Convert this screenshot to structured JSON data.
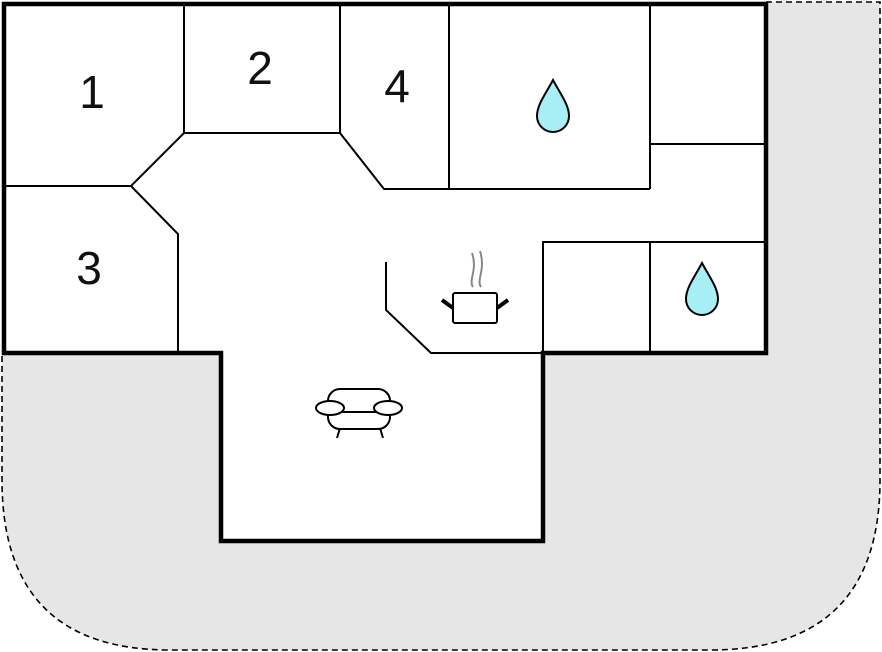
{
  "rooms": [
    {
      "id": "room-1",
      "label": "1"
    },
    {
      "id": "room-2",
      "label": "2"
    },
    {
      "id": "room-3",
      "label": "3"
    },
    {
      "id": "room-4",
      "label": "4"
    }
  ],
  "icons": [
    "water-drop-icon",
    "water-drop-icon",
    "cooking-pot-icon",
    "sofa-icon"
  ],
  "colors": {
    "terrace": "#e6e6e6",
    "wall": "#000000",
    "water": "#a8eef5"
  }
}
